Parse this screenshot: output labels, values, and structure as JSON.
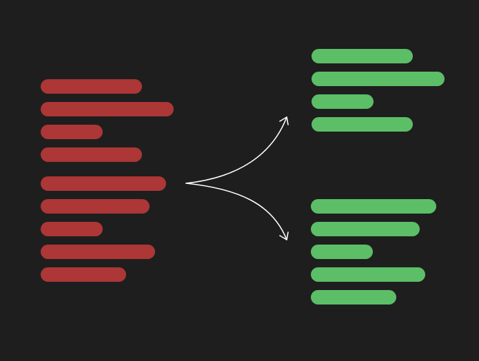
{
  "diagram": {
    "colors": {
      "background": "#1e1e1e",
      "source_bar": "#ad3636",
      "output_bar": "#5cbe67",
      "arrow": "#ffffff"
    },
    "source_group_bar_count": 9,
    "top_output_bar_count": 4,
    "bottom_output_bar_count": 5,
    "arrows": [
      "source-to-top-output",
      "source-to-bottom-output"
    ]
  }
}
